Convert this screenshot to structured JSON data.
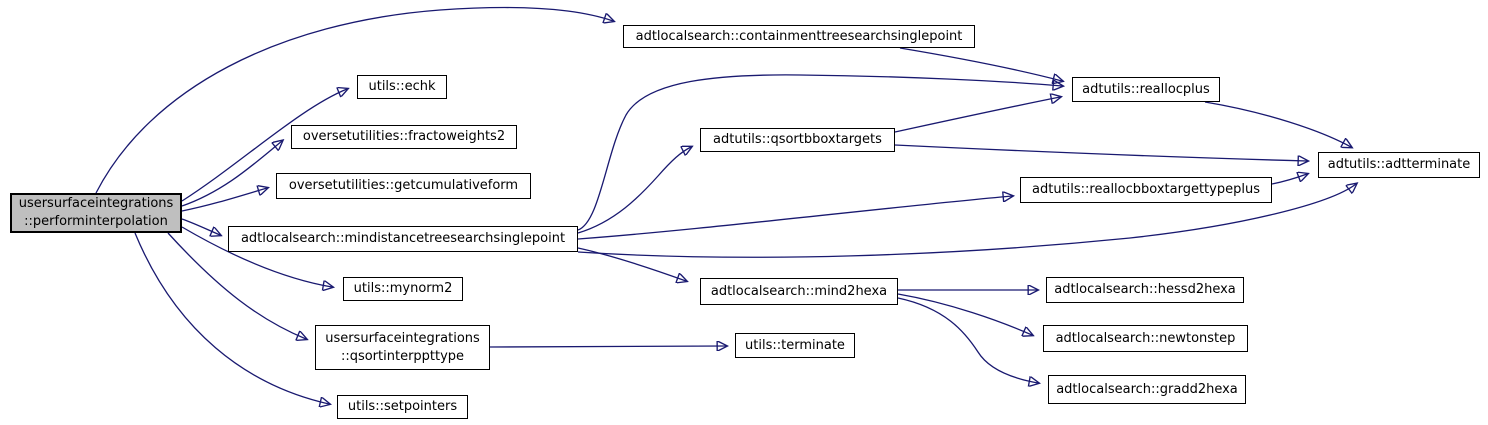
{
  "diagram": {
    "type": "doxygen-call-graph",
    "edge_color": "#191970",
    "node_border_color": "#000000",
    "node_fill_color": "#ffffff",
    "highlight_fill_color": "#bfbfbf",
    "nodes": {
      "perform": {
        "label": "usersurfaceintegrations\n::performinterpolation",
        "highlighted": true
      },
      "containment": {
        "label": "adtlocalsearch::containmenttreesearchsinglepoint"
      },
      "echk": {
        "label": "utils::echk"
      },
      "fractoweights2": {
        "label": "oversetutilities::fractoweights2"
      },
      "getcumulativeform": {
        "label": "oversetutilities::getcumulativeform"
      },
      "mindist": {
        "label": "adtlocalsearch::mindistancetreesearchsinglepoint"
      },
      "mynorm2": {
        "label": "utils::mynorm2"
      },
      "qsortinterppttype": {
        "label": "usersurfaceintegrations\n::qsortinterppttype"
      },
      "setpointers": {
        "label": "utils::setpointers"
      },
      "qsortbboxtargets": {
        "label": "adtutils::qsortbboxtargets"
      },
      "reallocplus": {
        "label": "adtutils::reallocplus"
      },
      "reallocbbox": {
        "label": "adtutils::reallocbboxtargettypeplus"
      },
      "mind2hexa": {
        "label": "adtlocalsearch::mind2hexa"
      },
      "terminate": {
        "label": "utils::terminate"
      },
      "adtterminate": {
        "label": "adtutils::adtterminate"
      },
      "hessd2hexa": {
        "label": "adtlocalsearch::hessd2hexa"
      },
      "newtonstep": {
        "label": "adtlocalsearch::newtonstep"
      },
      "gradd2hexa": {
        "label": "adtlocalsearch::gradd2hexa"
      }
    },
    "edges": [
      {
        "from": "perform",
        "to": "containment"
      },
      {
        "from": "perform",
        "to": "echk"
      },
      {
        "from": "perform",
        "to": "fractoweights2"
      },
      {
        "from": "perform",
        "to": "getcumulativeform"
      },
      {
        "from": "perform",
        "to": "mindist"
      },
      {
        "from": "perform",
        "to": "mynorm2"
      },
      {
        "from": "perform",
        "to": "qsortinterppttype"
      },
      {
        "from": "perform",
        "to": "setpointers"
      },
      {
        "from": "containment",
        "to": "reallocplus"
      },
      {
        "from": "mindist",
        "to": "reallocplus"
      },
      {
        "from": "mindist",
        "to": "qsortbboxtargets"
      },
      {
        "from": "mindist",
        "to": "reallocbbox"
      },
      {
        "from": "mindist",
        "to": "mind2hexa"
      },
      {
        "from": "mindist",
        "to": "adtterminate"
      },
      {
        "from": "qsortbboxtargets",
        "to": "reallocplus"
      },
      {
        "from": "qsortbboxtargets",
        "to": "adtterminate"
      },
      {
        "from": "reallocplus",
        "to": "adtterminate"
      },
      {
        "from": "reallocbbox",
        "to": "adtterminate"
      },
      {
        "from": "mind2hexa",
        "to": "hessd2hexa"
      },
      {
        "from": "mind2hexa",
        "to": "newtonstep"
      },
      {
        "from": "mind2hexa",
        "to": "gradd2hexa"
      },
      {
        "from": "qsortinterppttype",
        "to": "terminate"
      }
    ]
  }
}
